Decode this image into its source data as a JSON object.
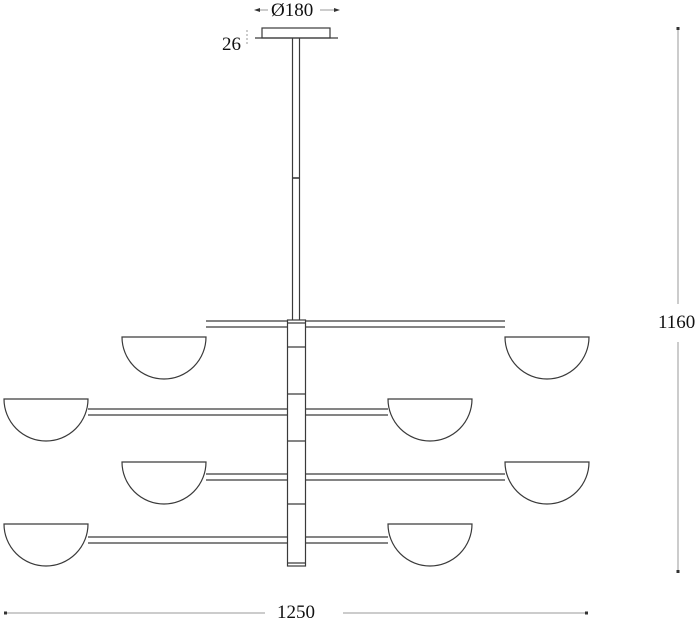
{
  "drawing": {
    "type": "pendant chandelier technical drawing",
    "stroke_color": "#3a3a3a",
    "dim_line_color": "#9a9a9a",
    "shade_count": 8,
    "arm_levels": 4
  },
  "dimensions": {
    "canopy_diameter": "Ø180",
    "canopy_height": "26",
    "total_height": "1160",
    "total_width": "1250"
  }
}
